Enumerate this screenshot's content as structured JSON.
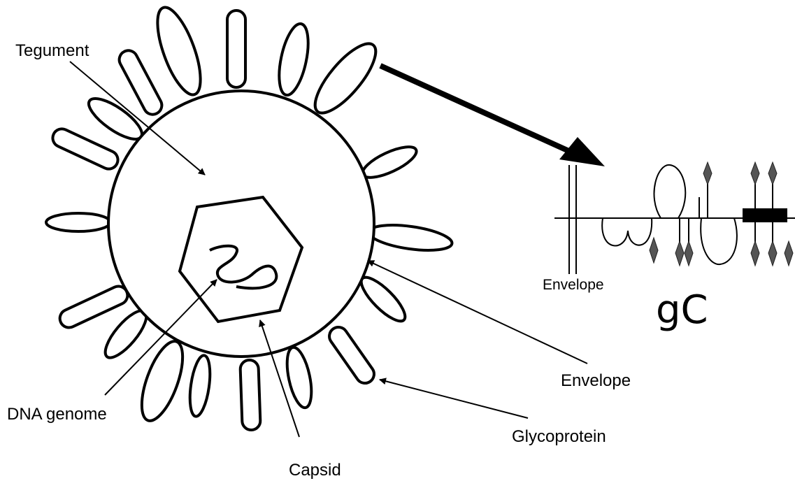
{
  "labels": {
    "tegument": "Tegument",
    "envelope": "Envelope",
    "glycoprotein": "Glycoprotein",
    "capsid": "Capsid",
    "dna_genome": "DNA genome",
    "envelope_inset": "Envelope",
    "gc": "gC"
  },
  "colors": {
    "line": "#000000",
    "background": "#ffffff",
    "glycan_diamond": "#555555"
  }
}
